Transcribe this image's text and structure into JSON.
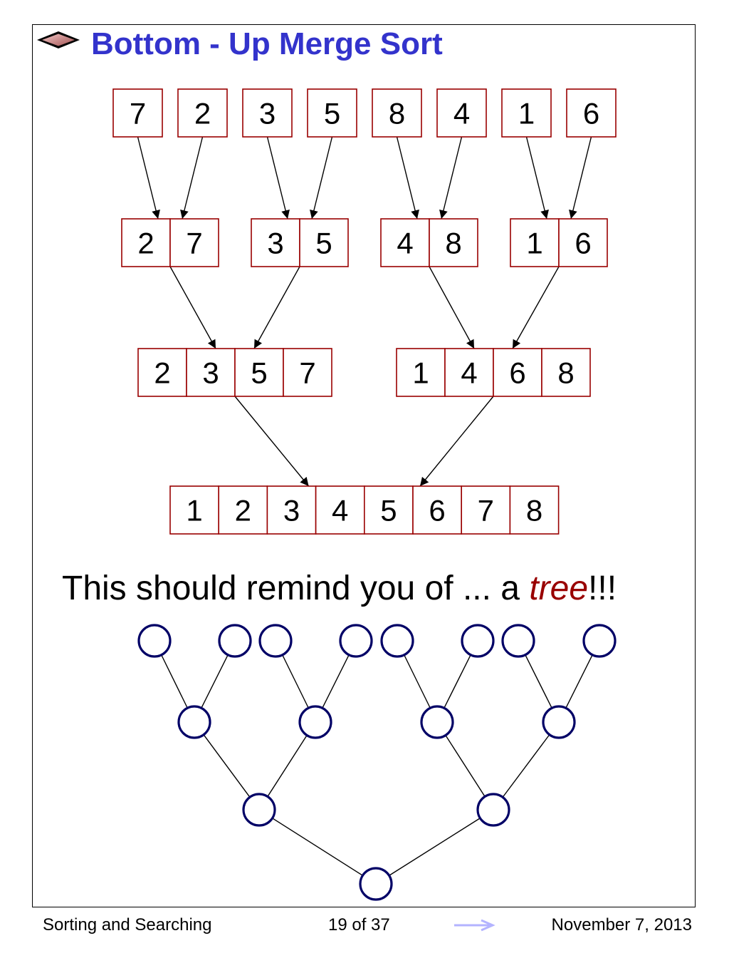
{
  "slide": {
    "title": "Bottom - Up Merge Sort",
    "caption": {
      "before": "This should remind you of ... a ",
      "emphasis": "tree",
      "after": "!!!"
    }
  },
  "merge_levels": [
    [
      [
        7
      ],
      [
        2
      ],
      [
        3
      ],
      [
        5
      ],
      [
        8
      ],
      [
        4
      ],
      [
        1
      ],
      [
        6
      ]
    ],
    [
      [
        2,
        7
      ],
      [
        3,
        5
      ],
      [
        4,
        8
      ],
      [
        1,
        6
      ]
    ],
    [
      [
        2,
        3,
        5,
        7
      ],
      [
        1,
        4,
        6,
        8
      ]
    ],
    [
      [
        1,
        2,
        3,
        4,
        5,
        6,
        7,
        8
      ]
    ]
  ],
  "colors": {
    "title": "#3333cc",
    "box_border": "#990000",
    "tree_node": "#000066",
    "emphasis": "#990000",
    "nav_arrow": "#b3b3ff"
  },
  "icons": {
    "bullet": "diamond-bullet-icon",
    "nav": "right-arrow-icon"
  },
  "footer": {
    "left": "Sorting and Searching",
    "center": "19 of 37",
    "right": "November 7, 2013"
  }
}
